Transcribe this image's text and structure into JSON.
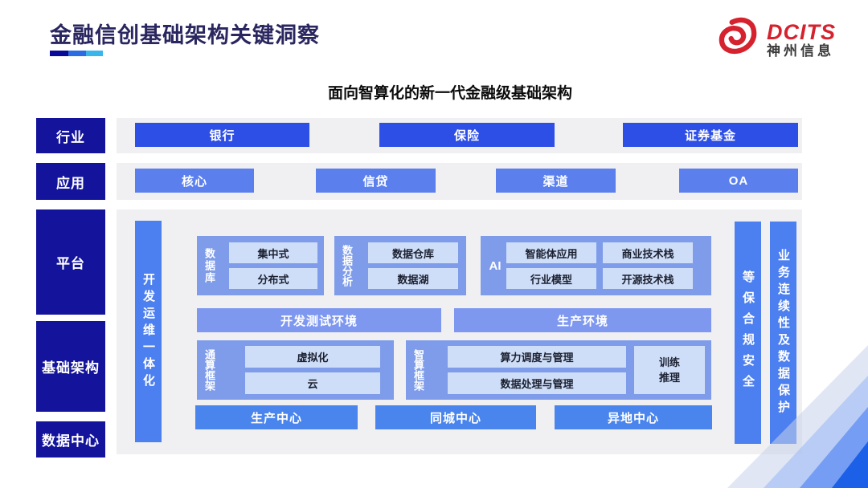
{
  "header": {
    "title": "金融信创基础架构关键洞察",
    "logo": {
      "brand": "DCITS",
      "company": "神州信息"
    }
  },
  "subtitle": "面向智算化的新一代金融级基础架构",
  "layers": {
    "industry": {
      "label": "行业",
      "items": [
        "银行",
        "保险",
        "证券基金"
      ]
    },
    "application": {
      "label": "应用",
      "items": [
        "核心",
        "信贷",
        "渠道",
        "OA"
      ]
    },
    "platform": {
      "label": "平台"
    },
    "infrastructure": {
      "label": "基础架构"
    },
    "datacenter": {
      "label": "数据中心"
    }
  },
  "platform_area": {
    "devops_bar": "开发运维一体化",
    "database": {
      "label": "数据库",
      "items": [
        "集中式",
        "分布式"
      ]
    },
    "analytics": {
      "label": "数据分析",
      "items": [
        "数据仓库",
        "数据湖"
      ]
    },
    "ai": {
      "label": "AI",
      "items": [
        "智能体应用",
        "商业技术栈",
        "行业模型",
        "开源技术栈"
      ]
    },
    "environments": [
      "开发测试环境",
      "生产环境"
    ],
    "general_compute": {
      "label": "通算框架",
      "items": [
        "虚拟化",
        "云"
      ]
    },
    "intelligent_compute": {
      "label": "智算框架",
      "items": [
        "算力调度与管理",
        "数据处理与管理"
      ],
      "side_lines": [
        "训练",
        "推理"
      ]
    },
    "centers": [
      "生产中心",
      "同城中心",
      "异地中心"
    ],
    "security_bar": "等保合规安全",
    "continuity_bar": "业务连续性及数据保护"
  },
  "colors": {
    "title_navy": "#2a265f",
    "label_navy": "#13139c",
    "industry_blue": "#2e4fe6",
    "application_blue": "#5b80ee",
    "bar_blue": "#4c7ff0",
    "group_blue": "#7e9ce9",
    "inner_light_blue": "#cfdef8",
    "env_blue": "#7e98f0",
    "center_blue": "#4a85ee",
    "panel_gray": "#f0f0f2",
    "logo_red": "#d5222e",
    "underline": [
      "#0a0a9a",
      "#2b6be4",
      "#38b6ec"
    ]
  }
}
